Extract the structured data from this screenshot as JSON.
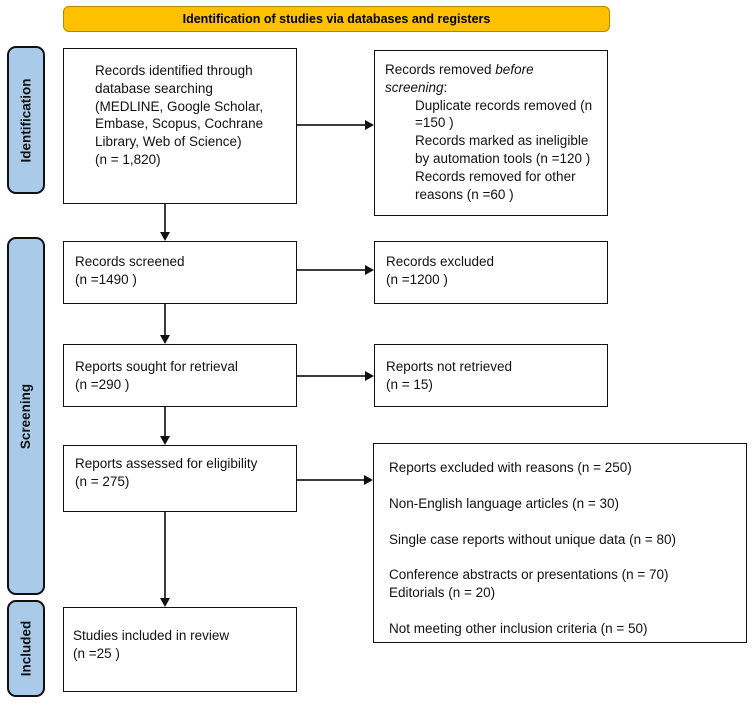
{
  "banner": {
    "label": "Identification of studies via databases and registers"
  },
  "sidebar": {
    "items": [
      {
        "label": "Identification"
      },
      {
        "label": "Screening"
      },
      {
        "label": "Included"
      }
    ]
  },
  "flow": {
    "records_identified": {
      "text": "Records identified through database searching (MEDLINE, Google Scholar, Embase, Scopus, Cochrane Library, Web of Science)",
      "n": "(n = 1,820)"
    },
    "records_removed": {
      "prefix": "Records removed ",
      "italic": "before screening",
      "suffix": ":",
      "items": [
        "Duplicate records removed (n =150 )",
        "Records marked as ineligible by automation tools (n =120 )",
        "Records removed for other reasons (n =60 )"
      ]
    },
    "records_screened": {
      "text": "Records screened",
      "n": "(n =1490 )"
    },
    "records_excluded": {
      "text": "Records excluded",
      "n": "(n =1200 )"
    },
    "reports_sought": {
      "text": "Reports sought for retrieval",
      "n": "(n =290 )"
    },
    "reports_not_retrieved": {
      "text": "Reports not retrieved",
      "n": "(n = 15)"
    },
    "reports_assessed": {
      "text": "Reports assessed for eligibility",
      "n": "(n = 275)"
    },
    "exclusion_reasons": {
      "items": [
        "Reports excluded with reasons (n = 250)",
        "Non-English language articles (n = 30)",
        "Single case reports without unique data (n = 80)",
        "Conference abstracts or presentations (n = 70)",
        "Editorials (n = 20)",
        "Not meeting other inclusion criteria (n = 50)"
      ]
    },
    "studies_included": {
      "text": "Studies included in review",
      "n": "(n =25 )"
    }
  },
  "colors": {
    "banner_bg": "#FFC000",
    "stage_bg": "#A9CBE9",
    "box_border": "#111111",
    "arrow": "#111111"
  }
}
